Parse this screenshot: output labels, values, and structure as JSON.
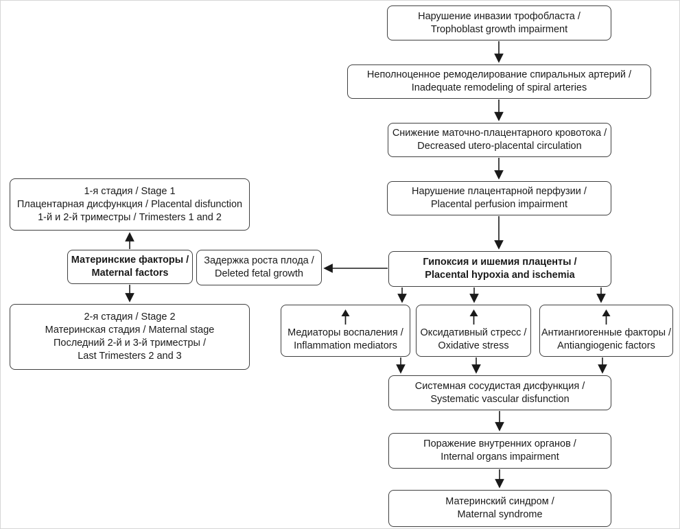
{
  "diagram": {
    "title": "Stages of placental dysfunction flowchart",
    "colors": {
      "background": "#ffffff",
      "box_border": "#3f3f3f",
      "text": "#1a1a1a",
      "arrow": "#1a1a1a"
    },
    "icons": {
      "increase": "up-arrow"
    },
    "nodes": {
      "trophoblast": {
        "lines": [
          "Нарушение инвазии трофобласта /",
          "Trophoblast growth impairment"
        ]
      },
      "remodeling": {
        "lines": [
          "Неполноценное ремоделирование спиральных артерий /",
          "Inadequate remodeling of spiral arteries"
        ]
      },
      "circulation": {
        "lines": [
          "Снижение маточно-плацентарного кровотока /",
          "Decreased utero-placental circulation"
        ]
      },
      "perfusion": {
        "lines": [
          "Нарушение плацентарной перфузии /",
          "Placental perfusion impairment"
        ]
      },
      "hypoxia": {
        "lines": [
          "Гипоксия и ишемия плаценты /",
          "Placental hypoxia and ischemia"
        ],
        "emphasis": "bold"
      },
      "stage1": {
        "lines": [
          "1-я стадия / Stage 1",
          "Плацентарная дисфункция / Placental disfunction",
          "1-й и 2-й триместры / Trimesters 1 and 2"
        ]
      },
      "maternal_factors": {
        "lines": [
          "Материнские факторы /",
          "Maternal factors"
        ],
        "emphasis": "bold"
      },
      "fetal_growth": {
        "lines": [
          "Задержка роста плода /",
          "Deleted fetal growth"
        ]
      },
      "stage2": {
        "lines": [
          "2-я стадия / Stage 2",
          "Материнская стадия / Maternal stage",
          "Последний 2-й и 3-й триместры /",
          "Last Trimesters 2 and 3"
        ]
      },
      "inflammation": {
        "icon": "up-arrow",
        "lines": [
          "Медиаторы воспаления /",
          "Inflammation mediators"
        ]
      },
      "oxidative": {
        "icon": "up-arrow",
        "lines": [
          "Оксидативный стресс /",
          "Oxidative stress"
        ]
      },
      "antiangiogenic": {
        "icon": "up-arrow",
        "lines": [
          "Антиангиогенные факторы /",
          "Antiangiogenic factors"
        ]
      },
      "systemic": {
        "lines": [
          "Системная сосудистая дисфункция /",
          "Systematic vascular disfunction"
        ]
      },
      "organs": {
        "lines": [
          "Поражение внутренних органов /",
          "Internal organs impairment"
        ]
      },
      "syndrome": {
        "lines": [
          "Материнский синдром /",
          "Maternal syndrome"
        ]
      }
    }
  }
}
